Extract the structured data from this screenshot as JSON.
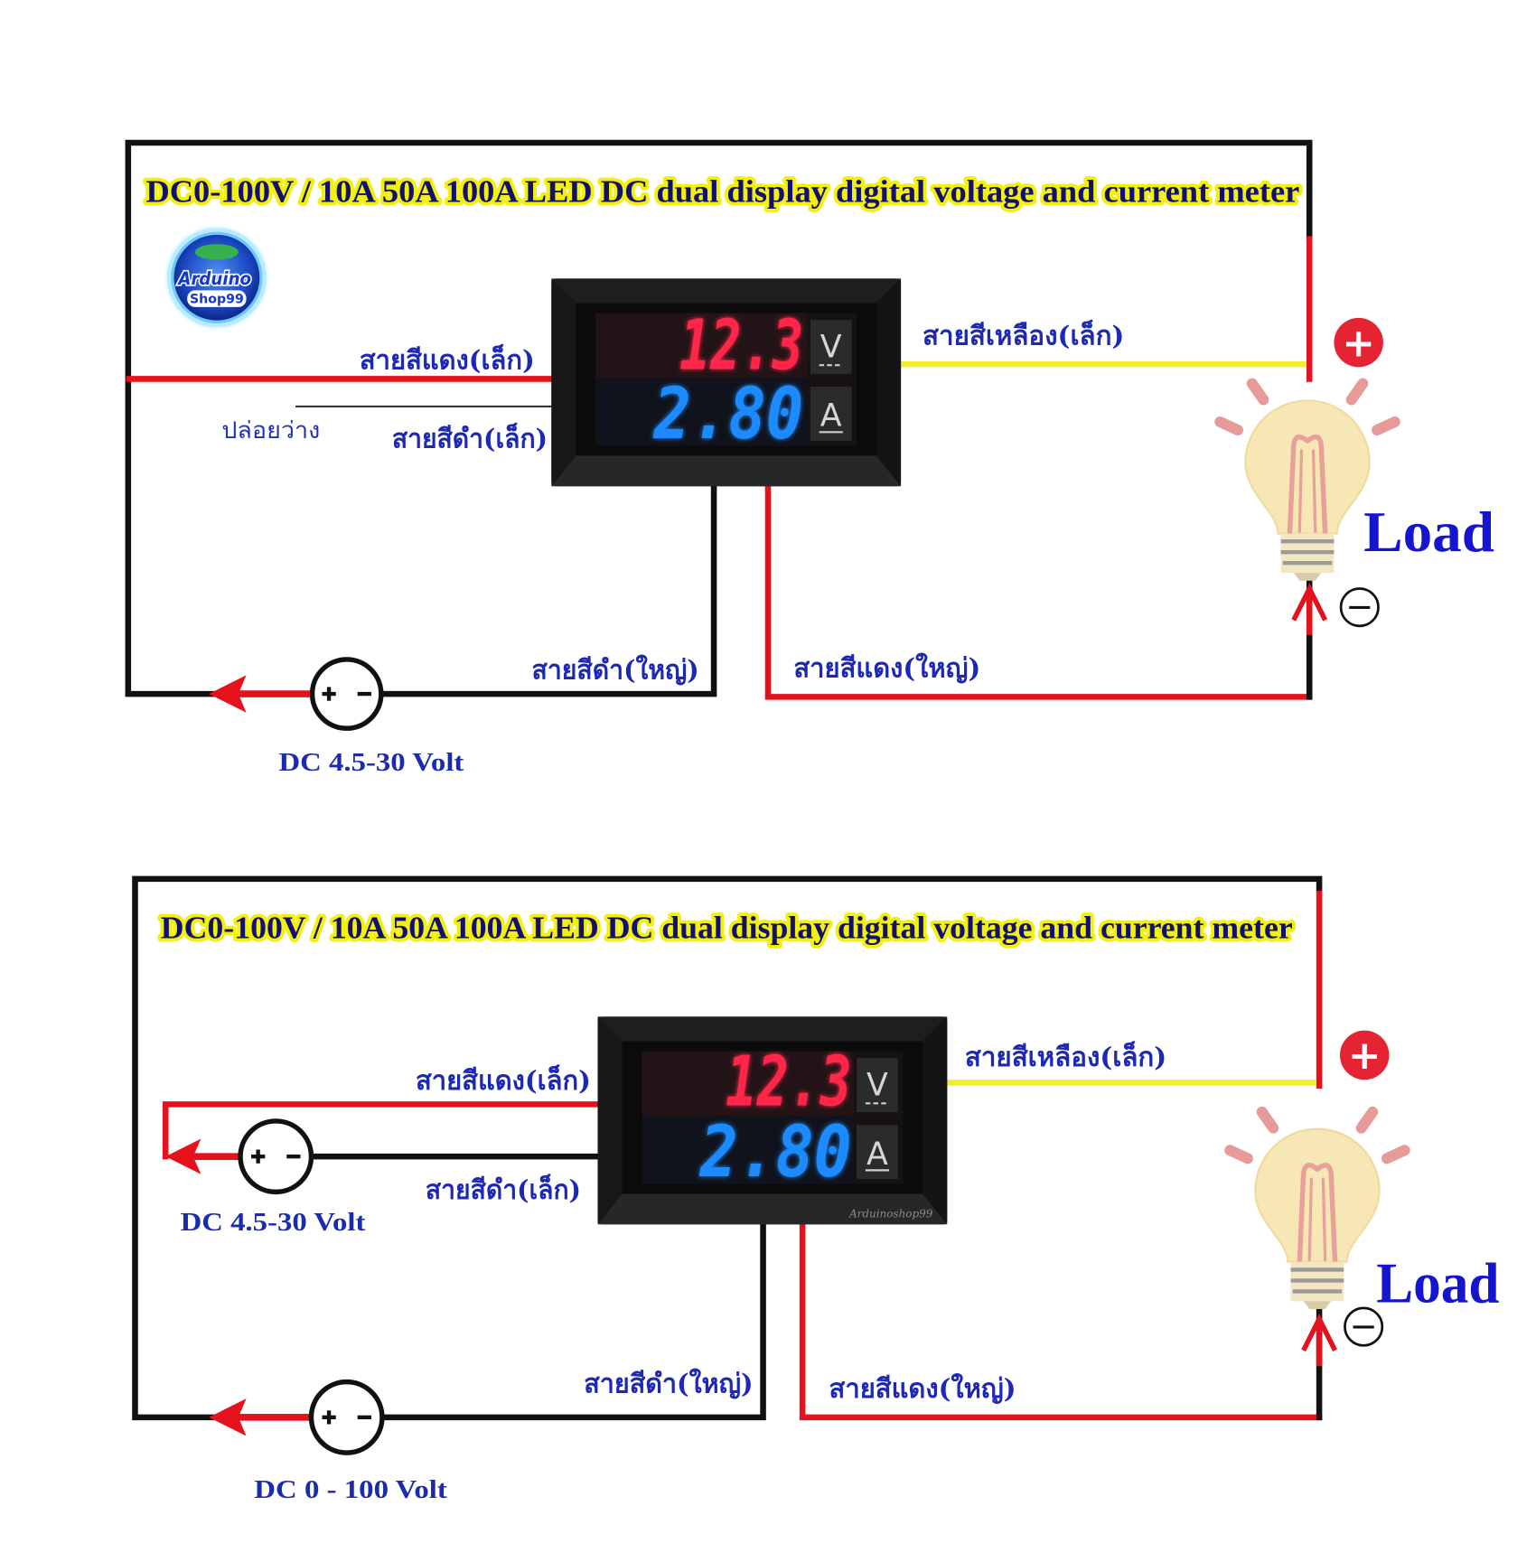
{
  "colors": {
    "wire_red": "#e3121c",
    "wire_black": "#111111",
    "wire_yellow": "#f2ee2e",
    "label_blue": "#1d28b4",
    "title_fill": "#12106e",
    "title_outline": "#f3f00c",
    "digit_red": "#ff2548",
    "digit_blue": "#1f8bff",
    "plus_red": "#e42333",
    "bulb_glass": "#f7e7b5",
    "bulb_filament": "#e7a09a"
  },
  "diagrams": [
    {
      "title": "DC0-100V / 10A 50A 100A LED DC dual display digital voltage and current meter",
      "logo": {
        "top": "Arduino",
        "bottom": "Shop99"
      },
      "meter": {
        "voltage": "12.3",
        "voltage_unit": "V",
        "current": "2.80",
        "current_unit": "A"
      },
      "wires": {
        "small_red": "สายสีแดง(เล็ก)",
        "small_black": "สายสีดำ(เล็ก)",
        "small_black_note": "ปล่อยว่าง",
        "small_yellow": "สายสีเหลือง(เล็ก)",
        "large_black": "สายสีดำ(ใหญ่)",
        "large_red": "สายสีแดง(ใหญ่)"
      },
      "supply": "DC 4.5-30 Volt",
      "load": {
        "label": "Load",
        "positive": "+",
        "negative": "−"
      }
    },
    {
      "title": "DC0-100V / 10A 50A 100A LED DC dual display digital voltage and current meter",
      "meter": {
        "voltage": "12.3",
        "voltage_unit": "V",
        "current": "2.80",
        "current_unit": "A",
        "brand": "Arduinoshop99"
      },
      "wires": {
        "small_red": "สายสีแดง(เล็ก)",
        "small_black": "สายสีดำ(เล็ก)",
        "small_yellow": "สายสีเหลือง(เล็ก)",
        "large_black": "สายสีดำ(ใหญ่)",
        "large_red": "สายสีแดง(ใหญ่)"
      },
      "meter_supply": "DC 4.5-30 Volt",
      "supply": "DC 0 - 100 Volt",
      "load": {
        "label": "Load",
        "positive": "+",
        "negative": "−"
      }
    }
  ]
}
